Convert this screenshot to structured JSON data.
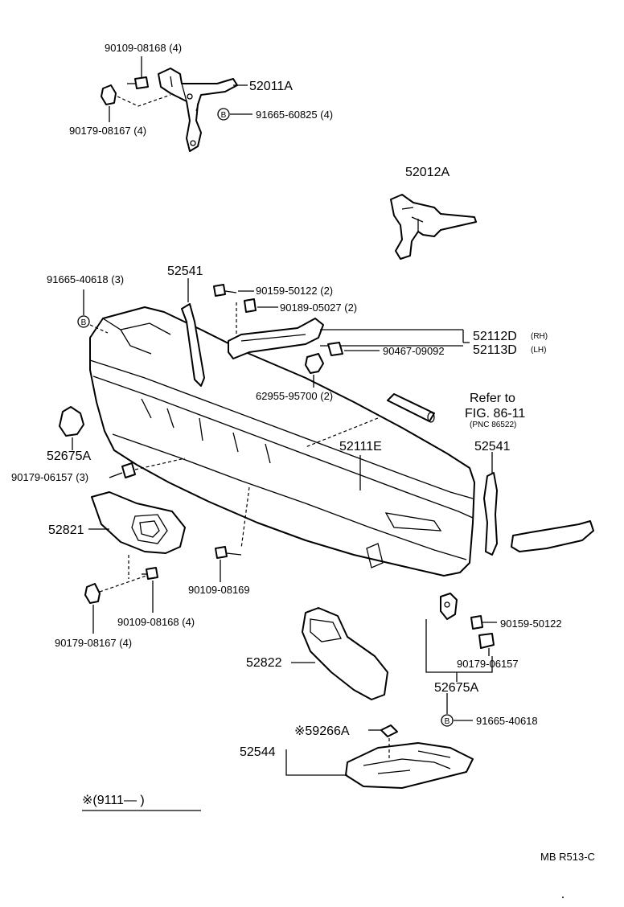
{
  "labels": {
    "p_90109_08168_top": "90109-08168 (4)",
    "p_52011A": "52011A",
    "p_91665_60825": "91665-60825 (4)",
    "p_90179_08167_top": "90179-08167 (4)",
    "p_52012A": "52012A",
    "p_91665_40618_top": "91665-40618 (3)",
    "p_52541_left": "52541",
    "p_90159_50122_top": "90159-50122 (2)",
    "p_90189_05027": "90189-05027 (2)",
    "p_52112D": "52112D",
    "p_52112D_side": "(RH)",
    "p_52113D": "52113D",
    "p_52113D_side": "(LH)",
    "p_90467_09092": "90467-09092",
    "p_62955_95700": "62955-95700 (2)",
    "refer_line1": "Refer to",
    "refer_line2": "FIG. 86-11",
    "refer_line3": "(PNC 86522)",
    "p_52675A_left": "52675A",
    "p_52111E": "52111E",
    "p_52541_right": "52541",
    "p_90179_06157_left": "90179-06157 (3)",
    "p_52821": "52821",
    "p_90109_08169": "90109-08169",
    "p_90109_08168_bot": "90109-08168 (4)",
    "p_90179_08167_bot": "90179-08167 (4)",
    "p_90159_50122_right": "90159-50122",
    "p_90179_06157_right": "90179-06157",
    "p_52822": "52822",
    "p_52675A_right": "52675A",
    "p_91665_40618_bot": "91665-40618",
    "p_59266A": "※59266A",
    "p_52544": "52544",
    "footnote": "※(9111—        )",
    "fig_code": "MB R513-C",
    "bolt_mark": "B"
  }
}
